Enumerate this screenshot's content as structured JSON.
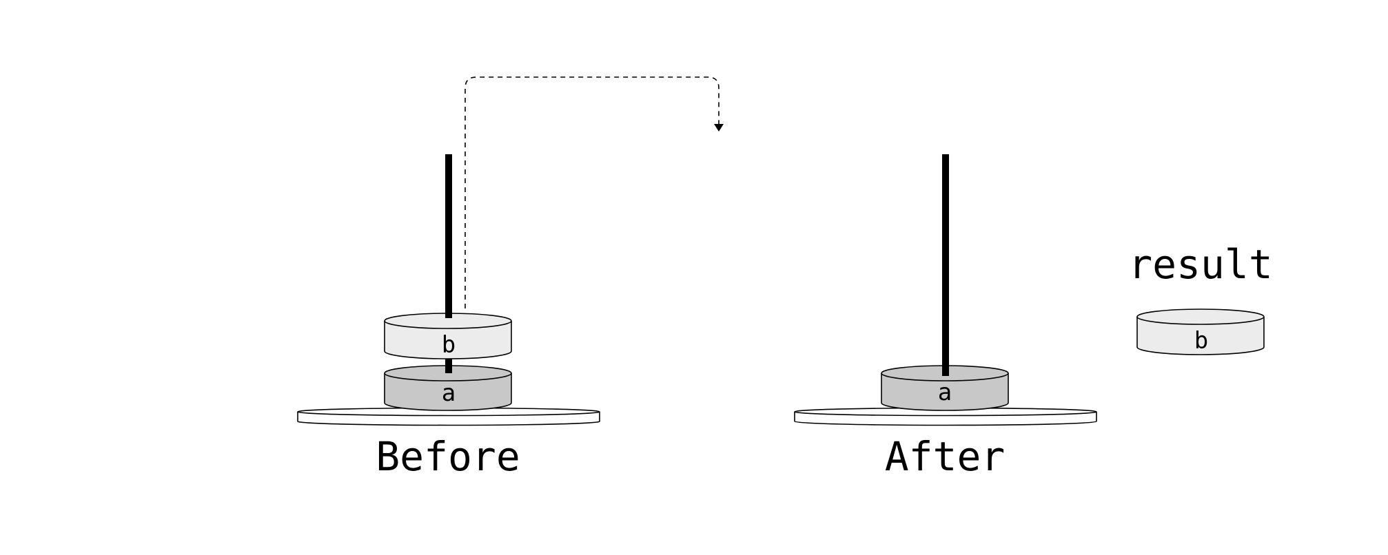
{
  "colors": {
    "background": "#ffffff",
    "stroke": "#000000",
    "disk_b_fill": "#ececec",
    "disk_a_fill": "#c8c8c8",
    "base_fill": "#ffffff",
    "rod": "#000000"
  },
  "before": {
    "caption": "Before",
    "disks": [
      "a",
      "b"
    ]
  },
  "after": {
    "caption": "After",
    "disks": [
      "a"
    ]
  },
  "result": {
    "label": "result",
    "disk": "b"
  },
  "arrow": {
    "style": "dashed",
    "meaning": "top disk moved off the rod"
  }
}
